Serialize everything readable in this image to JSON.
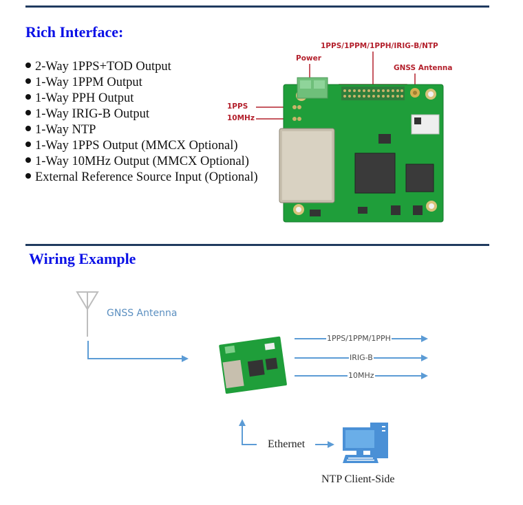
{
  "section1": {
    "title": "Rich Interface:",
    "features": [
      "2-Way 1PPS+TOD Output",
      "1-Way 1PPM Output",
      "1-Way PPH Output",
      "1-Way IRIG-B Output",
      "1-Way NTP",
      "1-Way 1PPS Output (MMCX Optional)",
      "1-Way 10MHz Output (MMCX Optional)",
      "External Reference Source Input (Optional)"
    ],
    "pcb_callouts": {
      "header": "1PPS/1PPM/1PPH/IRIG-B/NTP",
      "power": "Power",
      "antenna": "GNSS Antenna",
      "pps": "1PPS",
      "mhz": "10MHz"
    }
  },
  "section2": {
    "title": "Wiring Example",
    "antenna_label": "GNSS Antenna",
    "outputs": [
      "1PPS/1PPM/1PPH",
      "IRIG-B",
      "10MHz"
    ],
    "ethernet_label": "Ethernet",
    "client_label": "NTP Client-Side"
  },
  "colors": {
    "heading": "#0a10e6",
    "rule": "#1f3a5f",
    "callout": "#b3202c",
    "diagram_blue": "#5b9bd5",
    "pcb_green": "#1f9e3a"
  }
}
